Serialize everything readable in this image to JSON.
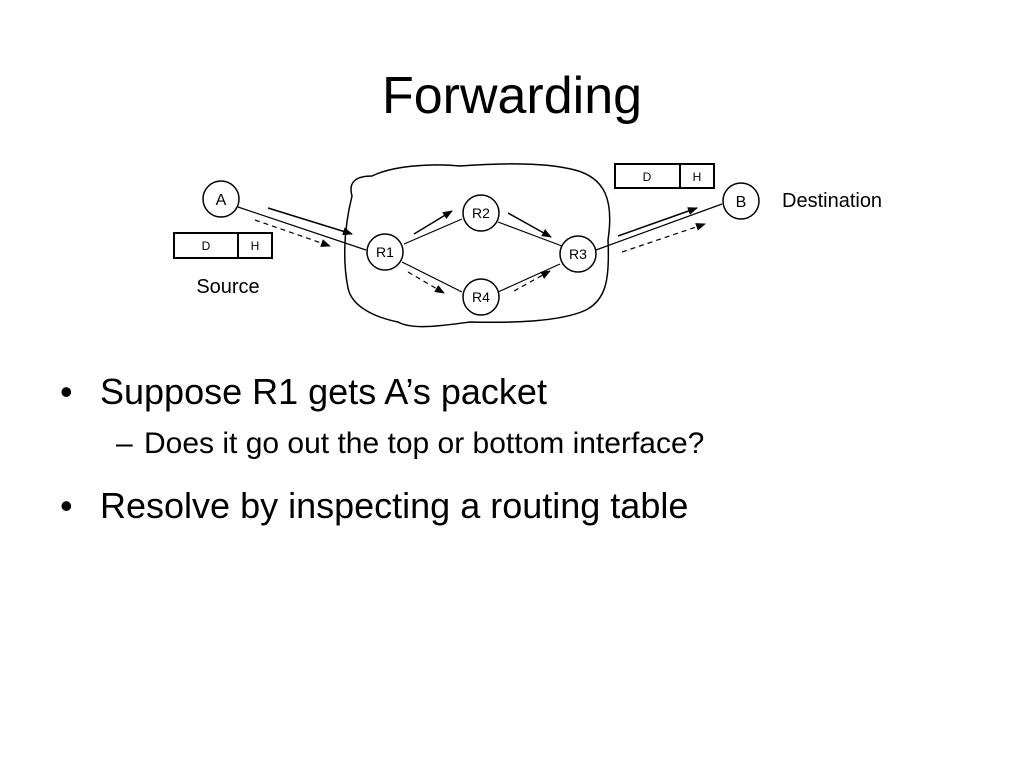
{
  "slide": {
    "title": "Forwarding"
  },
  "diagram": {
    "nodes": {
      "A": "A",
      "B": "B",
      "R1": "R1",
      "R2": "R2",
      "R3": "R3",
      "R4": "R4"
    },
    "source_label": "Source",
    "destination_label": "Destination",
    "source_packet": {
      "data": "D",
      "header": "H"
    },
    "destination_packet": {
      "data": "D",
      "header": "H"
    }
  },
  "bullets": [
    {
      "text": "Suppose R1 gets A’s packet",
      "sub": [
        {
          "dash": "–",
          "text": "Does it go out the top or bottom interface?"
        }
      ]
    },
    {
      "text": "Resolve by inspecting a routing table"
    }
  ]
}
